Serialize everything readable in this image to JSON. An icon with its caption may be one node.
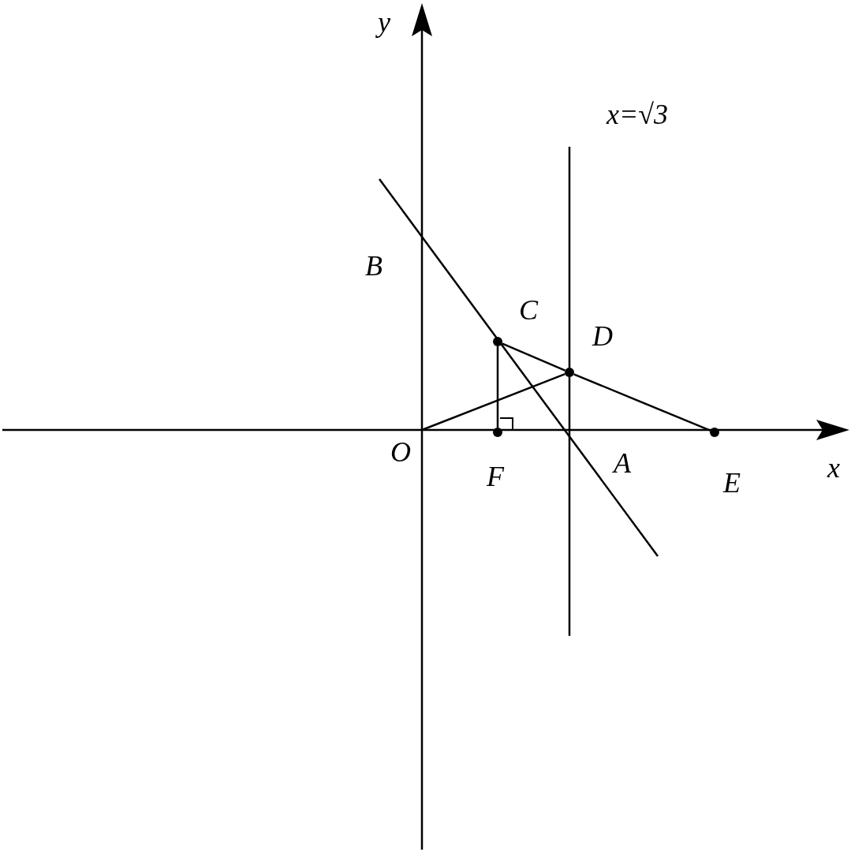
{
  "diagram": {
    "nodes": [
      {
        "text": [],
        "shape": "circle",
        "beside": [
          "C"
        ]
      },
      {
        "text": [],
        "shape": "circle",
        "beside": [
          "D"
        ]
      },
      {
        "text": [],
        "shape": "circle",
        "beside": [
          "F"
        ]
      },
      {
        "text": [],
        "shape": "circle",
        "beside": [
          "E"
        ]
      }
    ],
    "edges": [
      {
        "from": 0,
        "to": 1,
        "arrow": "none"
      },
      {
        "from": 1,
        "to": 3,
        "arrow": "none"
      },
      {
        "from": 0,
        "to": 2,
        "arrow": "none"
      },
      {
        "from": null,
        "to": 1,
        "arrow": "none"
      }
    ],
    "labels": [
      "y",
      "x=√3",
      "B",
      "O",
      "A",
      "x"
    ]
  }
}
